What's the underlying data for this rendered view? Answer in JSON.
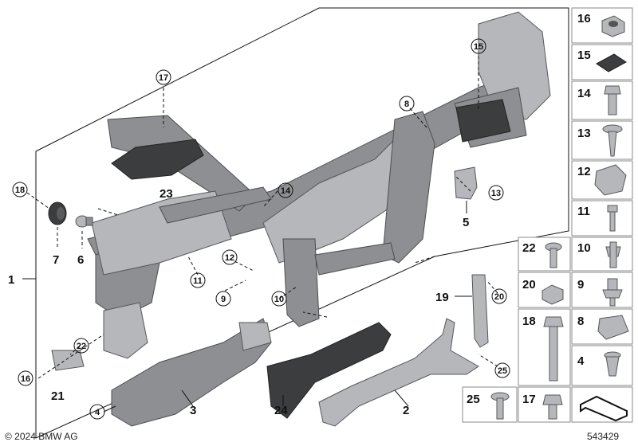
{
  "labels": {
    "p1": "1",
    "p2": "2",
    "p3": "3",
    "p5": "5",
    "p6": "6",
    "p7": "7",
    "p19": "19",
    "p21": "21",
    "p23": "23",
    "p24": "24"
  },
  "callouts": {
    "c4": "4",
    "c8": "8",
    "c9": "9",
    "c10": "10",
    "c11": "11",
    "c12": "12",
    "c13": "13",
    "c14": "14",
    "c15": "15",
    "c16": "16",
    "c17": "17",
    "c18": "18",
    "c20": "20",
    "c22": "22",
    "c25": "25"
  },
  "parts_table": {
    "r16": "16",
    "r15": "15",
    "r14": "14",
    "r13": "13",
    "r12": "12",
    "r11": "11",
    "r22": "22",
    "r10": "10",
    "r20": "20",
    "r9": "9",
    "r18": "18",
    "r8": "8",
    "r4": "4",
    "r25": "25",
    "r17": "17"
  },
  "footer": {
    "copyright": "© 2024 BMW AG",
    "diagram_id": "543429"
  }
}
